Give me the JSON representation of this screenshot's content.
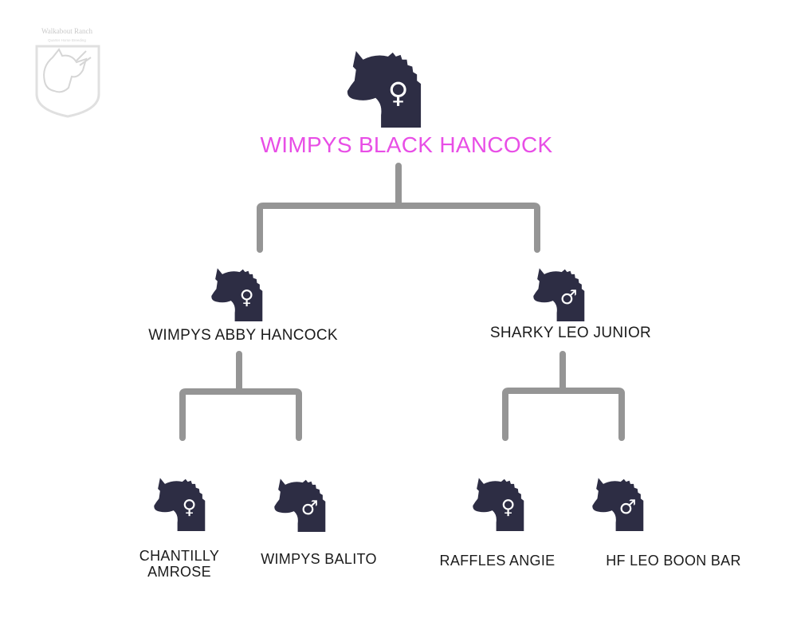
{
  "logo": {
    "text": "Walkabout Ranch",
    "subtext": "Quarter Horse Breeding"
  },
  "colors": {
    "horse": "#2d2d44",
    "connector": "#959595",
    "highlight": "#e84ee6"
  },
  "pedigree": {
    "horse": {
      "name": "WIMPYS BLACK HANCOCK",
      "sex": "female",
      "sex_symbol": "♀"
    },
    "dam": {
      "name": "WIMPYS ABBY HANCOCK",
      "sex": "female",
      "sex_symbol": "♀"
    },
    "sire": {
      "name": "SHARKY LEO JUNIOR",
      "sex": "male",
      "sex_symbol": "♂"
    },
    "dam_dam": {
      "name": "CHANTILLY AMROSE",
      "sex": "female",
      "sex_symbol": "♀"
    },
    "dam_sire": {
      "name": "WIMPYS BALITO",
      "sex": "male",
      "sex_symbol": "♂"
    },
    "sire_dam": {
      "name": "RAFFLES ANGIE",
      "sex": "female",
      "sex_symbol": "♀"
    },
    "sire_sire": {
      "name": "HF LEO BOON BAR",
      "sex": "male",
      "sex_symbol": "♂"
    }
  }
}
